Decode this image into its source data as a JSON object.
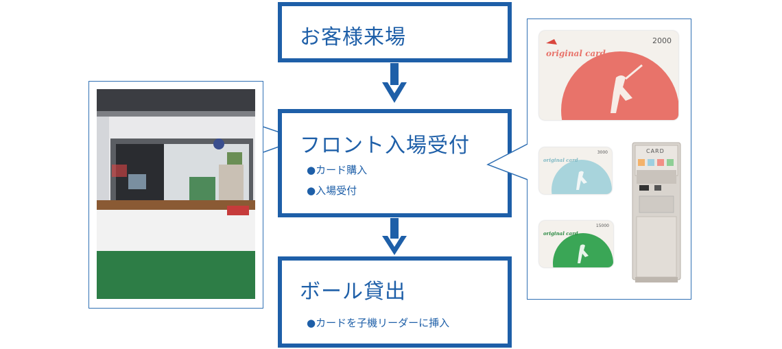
{
  "steps": {
    "arrival": {
      "title": "お客様来場"
    },
    "front": {
      "title": "フロント入場受付",
      "bullets": [
        "●カード購入",
        "●入場受付"
      ]
    },
    "ball": {
      "title": "ボール貸出",
      "bullets": [
        "●カードを子機リーダーに挿入"
      ]
    }
  },
  "cards": [
    {
      "label": "original card",
      "value": "2000",
      "color": "#e8736a"
    },
    {
      "label": "original card",
      "value": "3000",
      "color": "#a8d4dc"
    },
    {
      "label": "original card",
      "value": "15000",
      "color": "#3aa656"
    }
  ],
  "machine": {
    "label": "CARD"
  },
  "colors": {
    "accent": "#1e5fa8",
    "callout_border": "#2f6fb3"
  }
}
